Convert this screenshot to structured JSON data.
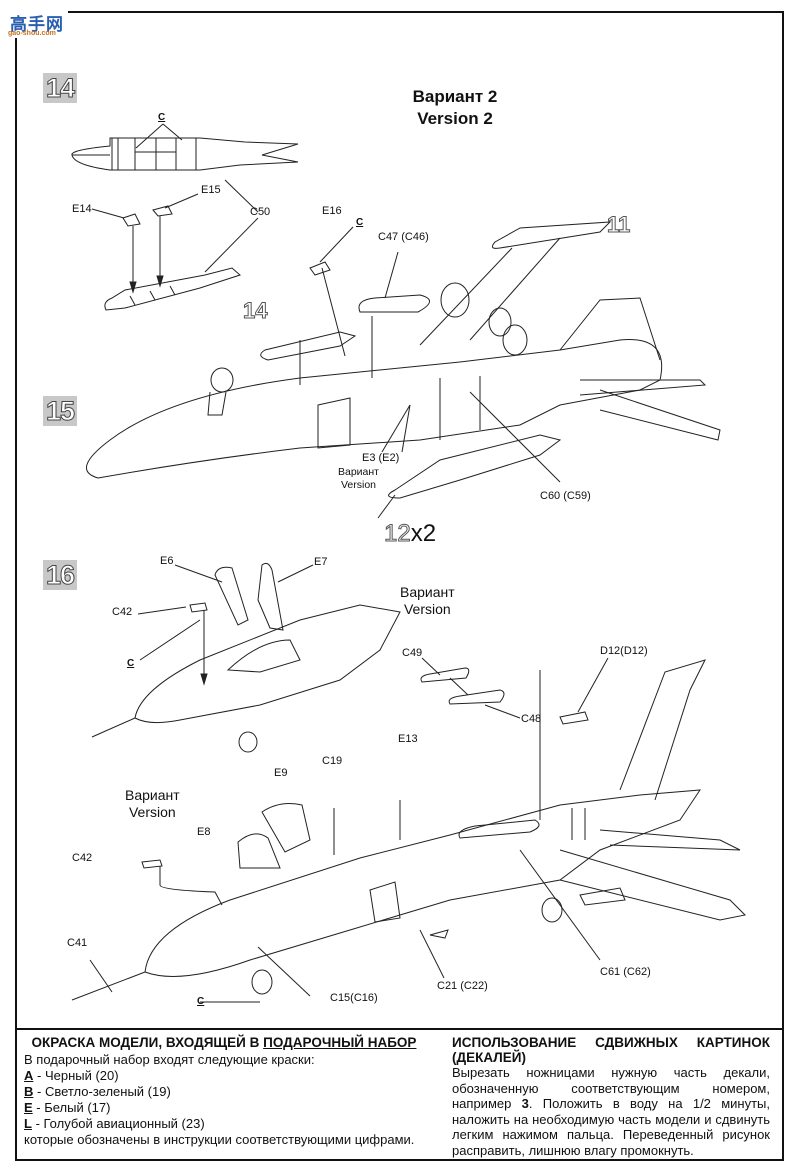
{
  "watermark": {
    "chinese": "高手网",
    "url": "gao-shou.com"
  },
  "header": {
    "title_ru": "Вариант 2",
    "title_en": "Version 2"
  },
  "steps": [
    {
      "number": "14"
    },
    {
      "number": "15"
    },
    {
      "number": "16"
    }
  ],
  "step14": {
    "paint_code": "C",
    "labels": [
      "E14",
      "E15",
      "C50"
    ]
  },
  "step15": {
    "labels": {
      "e16": "E16",
      "paint": "C",
      "c47": "C47 (C46)",
      "e3": "E3 (E2)",
      "c60": "C60 (C59)"
    },
    "variant_ru": "Вариант",
    "variant_en": "Version",
    "ref_14": "14",
    "ref_11": "11",
    "ref_12": "12",
    "ref_12_multiplier": "x2"
  },
  "step16": {
    "upper": {
      "e6": "E6",
      "e7": "E7",
      "c42": "C42",
      "paint": "C",
      "variant_ru": "Вариант",
      "variant_en": "Version",
      "c49": "C49",
      "c48": "C48",
      "d12": "D12(D12)"
    },
    "lower": {
      "variant_ru": "Вариант",
      "variant_en": "Version",
      "e9": "E9",
      "c19": "C19",
      "e13": "E13",
      "e8": "E8",
      "c42": "C42",
      "c41": "C41",
      "paint": "C",
      "c15": "C15(C16)",
      "c21": "C21 (C22)",
      "c61": "C61 (C62)"
    }
  },
  "paint_section": {
    "title_prefix": "ОКРАСКА МОДЕЛИ, ВХОДЯЩЕЙ В ",
    "title_underlined": "ПОДАРОЧНЫЙ НАБОР",
    "intro": "В подарочный набор входят следующие краски:",
    "paints": [
      {
        "code": "A",
        "text": " - Черный (20)"
      },
      {
        "code": "B",
        "text": " - Светло-зеленый (19)"
      },
      {
        "code": "E",
        "text": " - Белый (17)"
      },
      {
        "code": "L",
        "text": " - Голубой авиационный (23)"
      }
    ],
    "footer": "которые обозначены в инструкции соответствующими цифрами."
  },
  "decal_section": {
    "title": "ИСПОЛЬЗОВАНИЕ СДВИЖНЫХ КАРТИНОК (ДЕКАЛЕЙ)",
    "body_1": "Вырезать ножницами нужную часть декали, обозначенную соответствующим номером, например ",
    "body_bold": "3",
    "body_2": ". Положить в воду на 1/2 минуты, наложить на необходимую часть модели и сдвинуть легким нажимом пальца. Переведенный рисунок расправить, лишнюю влагу промокнуть."
  }
}
